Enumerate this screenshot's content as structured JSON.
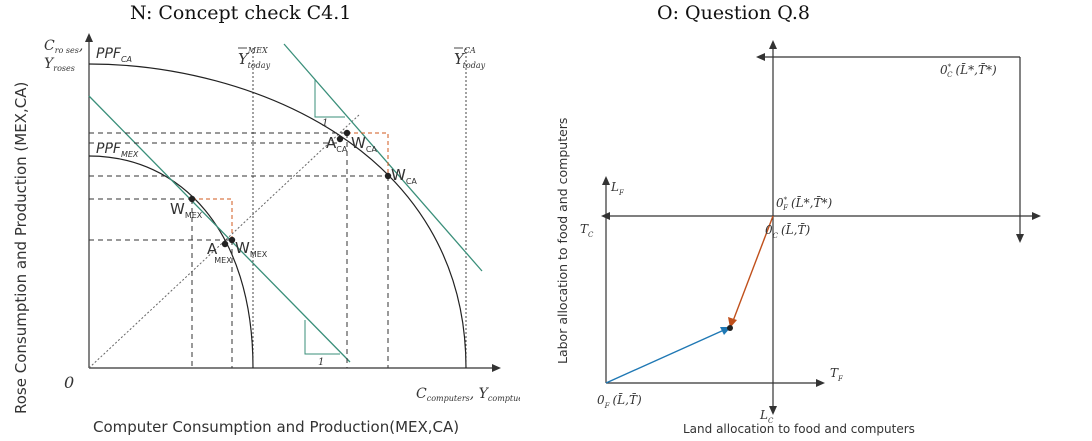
{
  "panel_n": {
    "title": "N: Concept check C4.1",
    "ylabel": "Rose Consumption and Production (MEX,CA)",
    "xlabel": "Computer Consumption and Production(MEX,CA)",
    "y_axis_top": "C",
    "y_axis_top_sub": "ro ses",
    "y_axis_top2": "Y",
    "y_axis_top2_sub": "roses",
    "x_axis_right": "C",
    "x_axis_right_sub": "computers",
    "x_axis_right2": "Y",
    "x_axis_right2_sub": "comptuers",
    "origin": "0",
    "ppf_ca": "PPF",
    "ppf_ca_sub": "CA",
    "ppf_mex": "PPF",
    "ppf_mex_sub": "MEX",
    "ybar_mex": "Y",
    "ybar_mex_sup": "MEX",
    "ybar_mex_sub": "today",
    "ybar_ca": "Y",
    "ybar_ca_sup": "CA",
    "ybar_ca_sub": "today",
    "w_mex_1": "W",
    "w_mex_1_sub": "MEX",
    "a_mex": "A",
    "a_mex_sub": "MEX",
    "w_mex_2": "W",
    "w_mex_2_sub": "MEX",
    "a_ca": "A",
    "a_ca_sub": "CA",
    "w_ca_1": "W",
    "w_ca_1_sub": "CA",
    "w_ca_2": "W",
    "w_ca_2_sub": "CA",
    "slope_one_top": "1",
    "slope_one_bottom": "1"
  },
  "panel_o": {
    "title": "O: Question Q.8",
    "ylabel": "Labor allocation to food and computers",
    "xlabel": "Land allocation to food and computers",
    "oc_star": "0",
    "oc_star_sup": "*",
    "oc_star_sub": "C",
    "oc_star_tail": "(L̄*,T̄*)",
    "of_star": "0",
    "of_star_sup": "*",
    "of_star_sub": "F",
    "of_star_tail": "(L̄*,T̄*)",
    "oc": "0",
    "oc_sub": "C",
    "oc_tail": "(L̄,T̄)",
    "of": "0",
    "of_sub": "F",
    "of_tail": "(L̄,T̄)",
    "lf": "L",
    "lf_sub": "F",
    "tc": "T",
    "tc_sub": "C",
    "tf": "T",
    "tf_sub": "F",
    "lc": "L",
    "lc_sub": "C"
  }
}
